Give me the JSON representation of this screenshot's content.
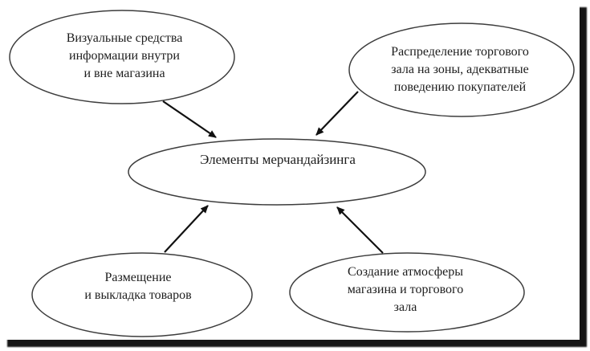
{
  "colors": {
    "background": "#ffffff",
    "stroke": "#3d3d3d",
    "arrow": "#111111",
    "text": "#1d1d1d",
    "shadow": "#151515"
  },
  "diagram": {
    "type": "concept-map",
    "center": {
      "id": "merchandising-elements",
      "lines": [
        "Элементы мерчандайзинга"
      ]
    },
    "nodes": [
      {
        "id": "visual-info",
        "position": "top-left",
        "lines": [
          "Визуальные средства",
          "информации внутри",
          "и вне магазина"
        ]
      },
      {
        "id": "zone-distribution",
        "position": "top-right",
        "lines": [
          "Распределение торгового",
          "зала на зоны, адекватные",
          "поведению покупателей"
        ]
      },
      {
        "id": "placement-display",
        "position": "bottom-left",
        "lines": [
          "Размещение",
          "и выкладка товаров"
        ]
      },
      {
        "id": "atmosphere",
        "position": "bottom-right",
        "lines": [
          "Создание атмосферы",
          "магазина и торгового",
          "зала"
        ]
      }
    ],
    "arrows": [
      {
        "from": "visual-info",
        "to": "merchandising-elements"
      },
      {
        "from": "zone-distribution",
        "to": "merchandising-elements"
      },
      {
        "from": "placement-display",
        "to": "merchandising-elements"
      },
      {
        "from": "atmosphere",
        "to": "merchandising-elements"
      }
    ]
  }
}
